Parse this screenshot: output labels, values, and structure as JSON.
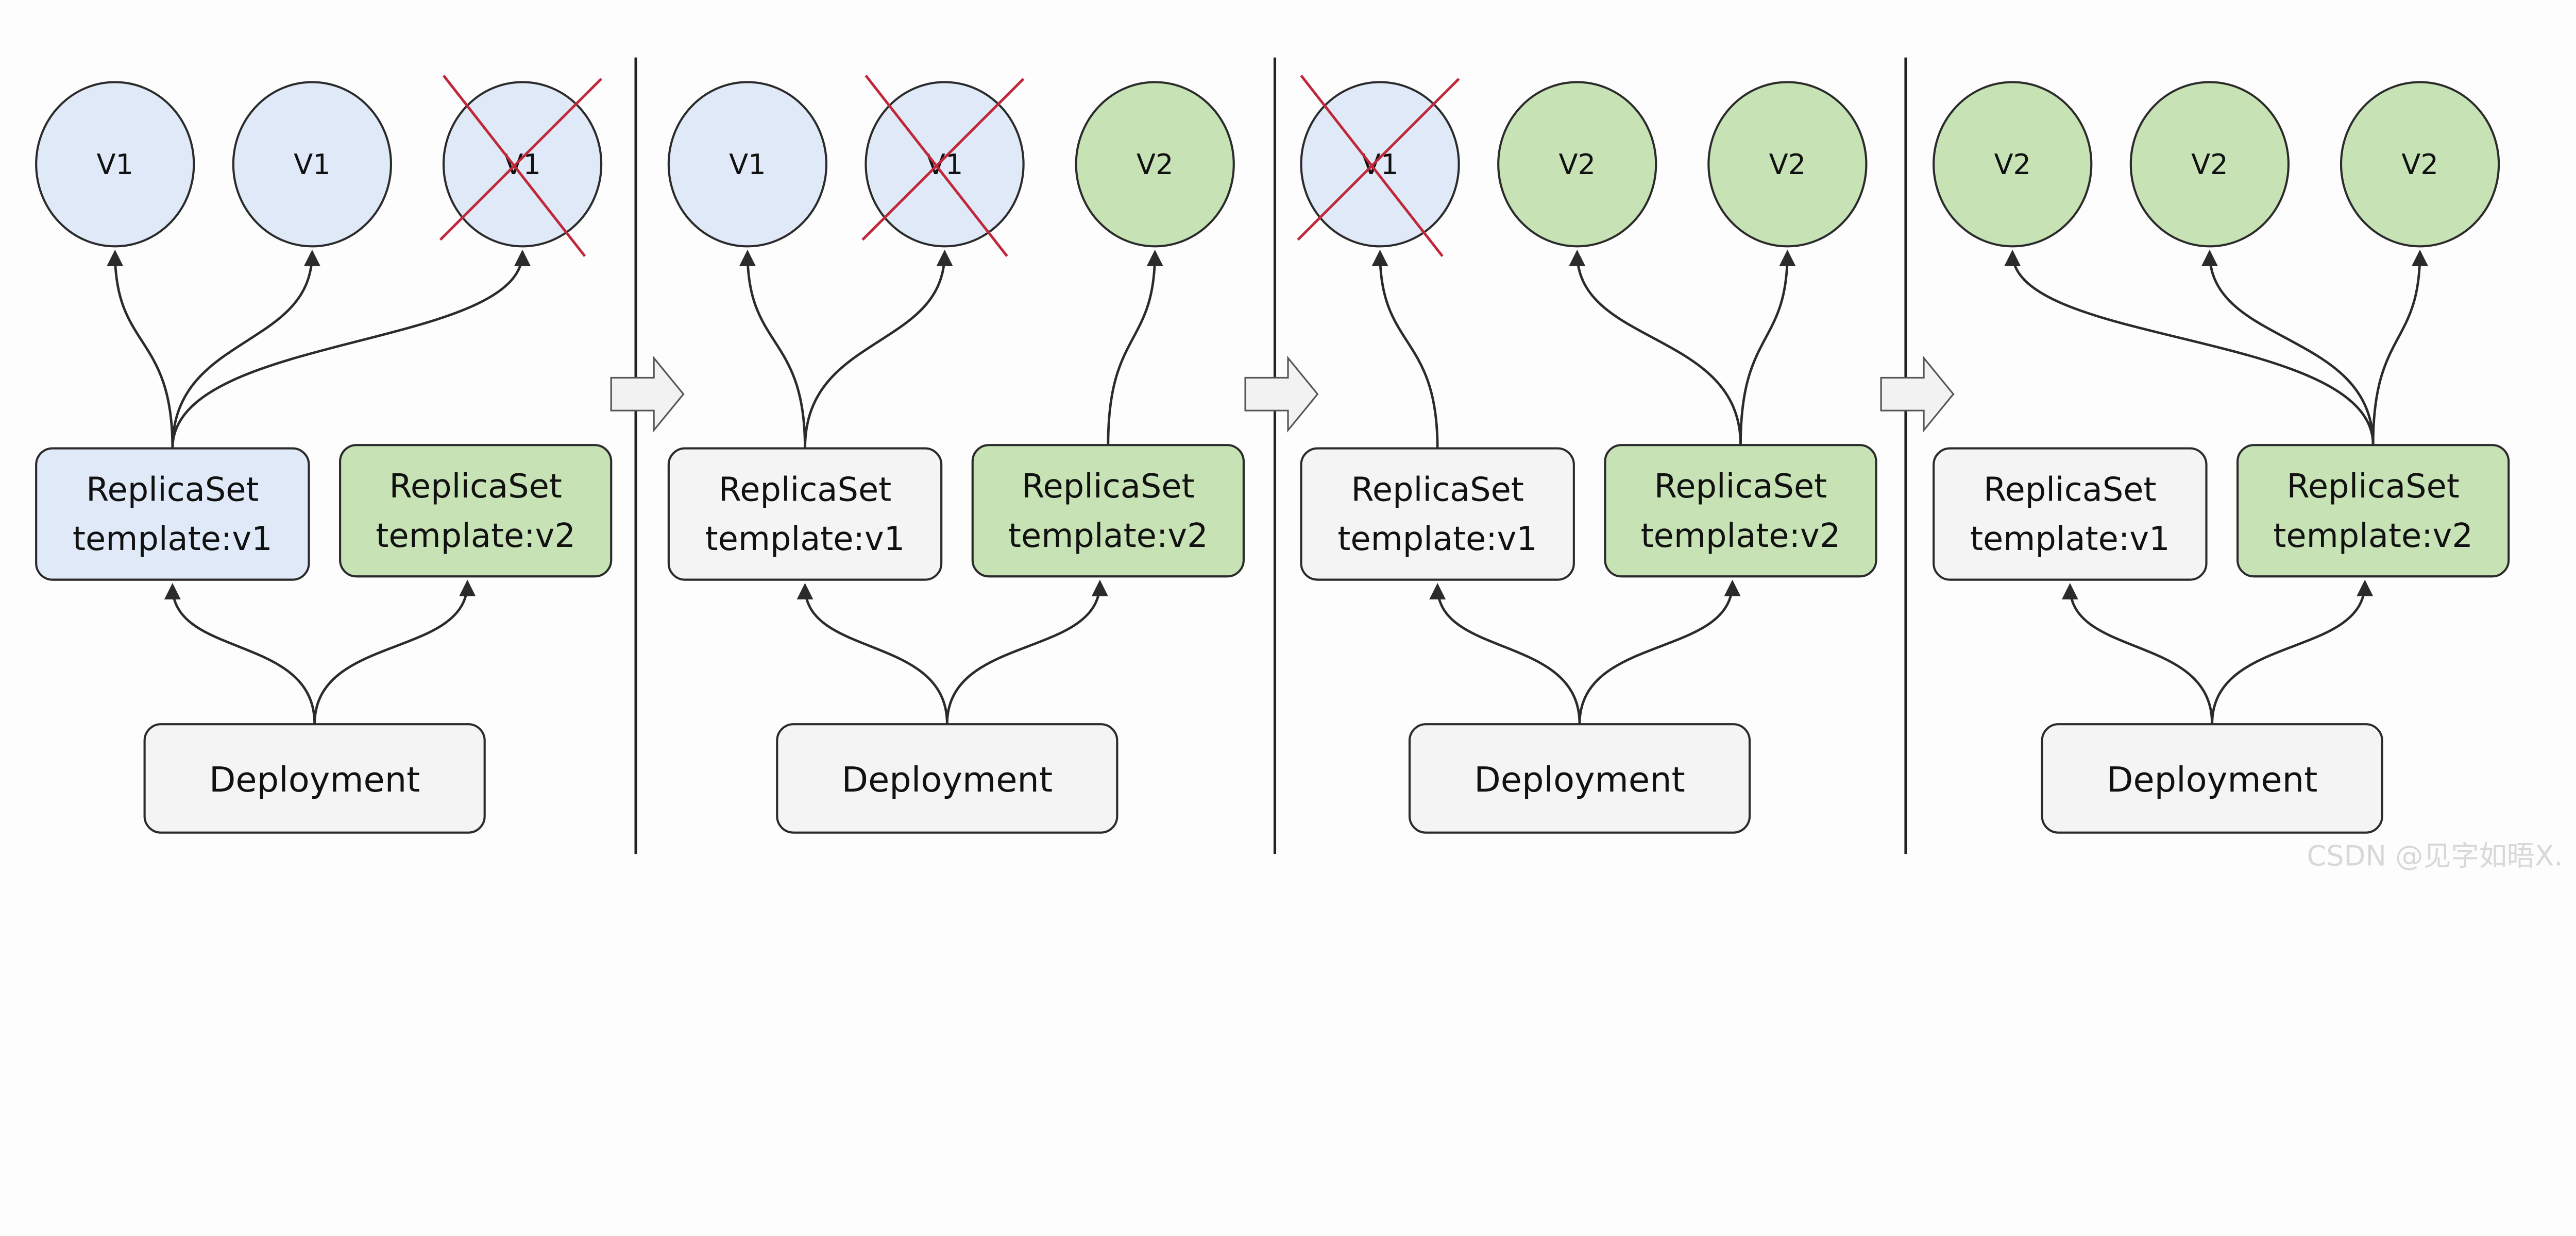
{
  "colors": {
    "v1_fill": "#dfe9f7",
    "v2_fill": "#c7e2b5",
    "neutral_fill": "#f4f4f4",
    "stroke": "#2b2b2b",
    "cross": "#c0283a",
    "watermark": "#d8d8d8"
  },
  "labels": {
    "replicaset": "ReplicaSet",
    "template_v1": "template:v1",
    "template_v2": "template:v2",
    "deployment": "Deployment"
  },
  "panels": [
    {
      "pods": [
        {
          "label": "V1",
          "version": "v1",
          "crossed": false
        },
        {
          "label": "V1",
          "version": "v1",
          "crossed": false
        },
        {
          "label": "V1",
          "version": "v1",
          "crossed": true
        }
      ],
      "rs1_fill": "v1",
      "rs1_targets": [
        0,
        1,
        2
      ],
      "rs2_targets": []
    },
    {
      "pods": [
        {
          "label": "V1",
          "version": "v1",
          "crossed": false
        },
        {
          "label": "V1",
          "version": "v1",
          "crossed": true
        },
        {
          "label": "V2",
          "version": "v2",
          "crossed": false
        }
      ],
      "rs1_fill": "neutral",
      "rs1_targets": [
        0,
        1
      ],
      "rs2_targets": [
        2
      ]
    },
    {
      "pods": [
        {
          "label": "V1",
          "version": "v1",
          "crossed": true
        },
        {
          "label": "V2",
          "version": "v2",
          "crossed": false
        },
        {
          "label": "V2",
          "version": "v2",
          "crossed": false
        }
      ],
      "rs1_fill": "neutral",
      "rs1_targets": [
        0
      ],
      "rs2_targets": [
        1,
        2
      ]
    },
    {
      "pods": [
        {
          "label": "V2",
          "version": "v2",
          "crossed": false
        },
        {
          "label": "V2",
          "version": "v2",
          "crossed": false
        },
        {
          "label": "V2",
          "version": "v2",
          "crossed": false
        }
      ],
      "rs1_fill": "neutral",
      "rs1_targets": [],
      "rs2_targets": [
        0,
        1,
        2
      ]
    }
  ],
  "watermark": "CSDN @见字如晤X."
}
